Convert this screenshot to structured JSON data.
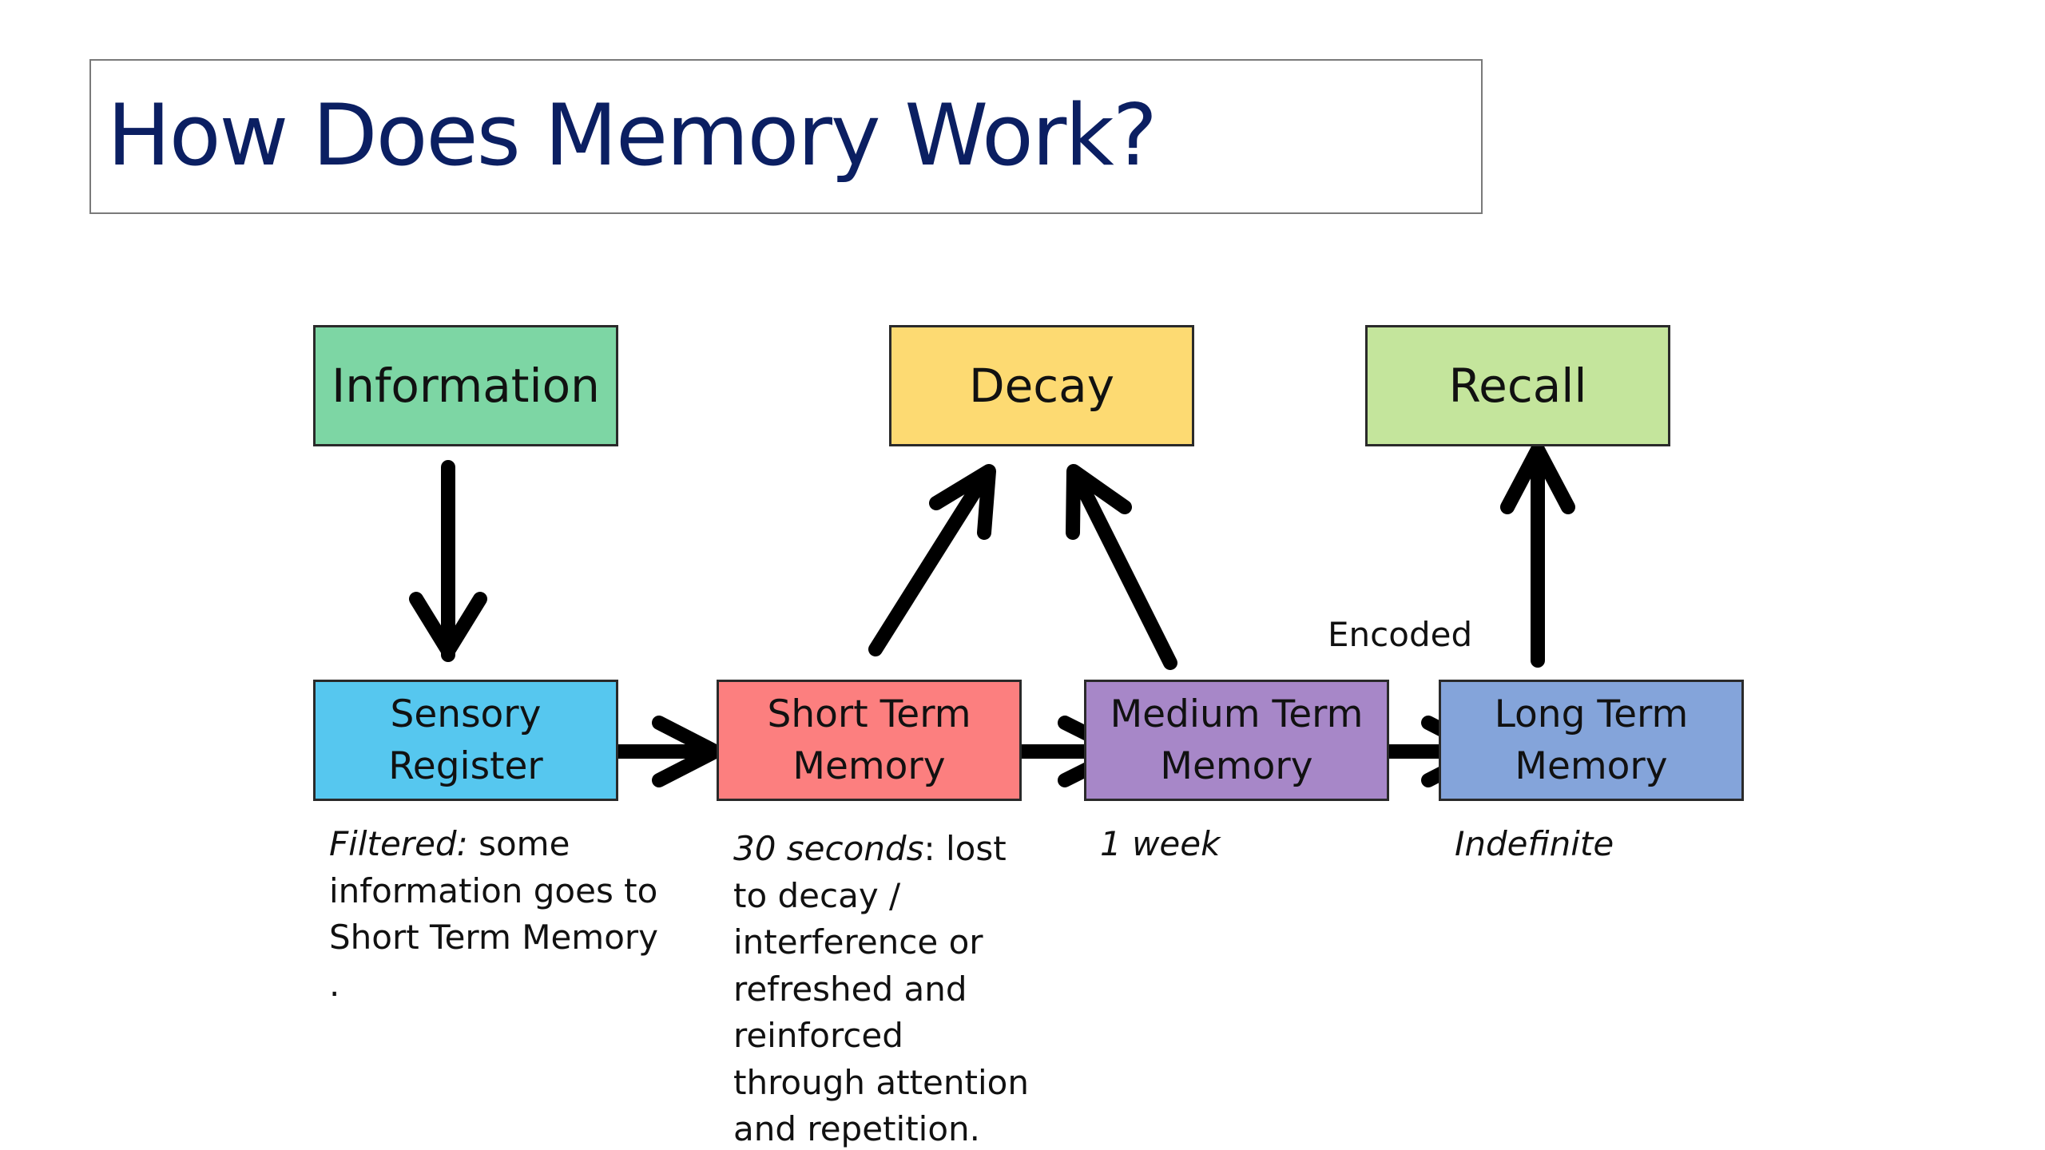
{
  "title": "How Does Memory Work?",
  "nodes": {
    "information": {
      "label": "Information",
      "color": "#7dd6a4"
    },
    "decay": {
      "label": "Decay",
      "color": "#fdda72"
    },
    "recall": {
      "label": "Recall",
      "color": "#c4e59c"
    },
    "sensory_register": {
      "label": "Sensory Register",
      "color": "#56c7ef"
    },
    "short_term_memory": {
      "label": "Short Term Memory",
      "color": "#fc7f7f"
    },
    "medium_term_memory": {
      "label": "Medium Term Memory",
      "color": "#a787c8"
    },
    "long_term_memory": {
      "label": "Long Term Memory",
      "color": "#84a4da"
    }
  },
  "edge_label": "Encoded",
  "notes": {
    "sensory_register": {
      "emphasis": "Filtered:",
      "text": " some information goes to Short Term Memory ."
    },
    "short_term_memory": {
      "emphasis": "30 seconds",
      "text": ": lost to decay / interference or refreshed and reinforced through attention and repetition."
    },
    "medium_term_memory": {
      "emphasis": "1 week",
      "text": ""
    },
    "long_term_memory": {
      "emphasis": "Indefinite",
      "text": ""
    }
  },
  "edges": [
    {
      "from": "Information",
      "to": "Sensory Register"
    },
    {
      "from": "Sensory Register",
      "to": "Short Term Memory"
    },
    {
      "from": "Short Term Memory",
      "to": "Decay"
    },
    {
      "from": "Short Term Memory",
      "to": "Medium Term Memory"
    },
    {
      "from": "Medium Term Memory",
      "to": "Decay"
    },
    {
      "from": "Medium Term Memory",
      "to": "Long Term Memory"
    },
    {
      "from": "Long Term Memory",
      "to": "Recall"
    }
  ]
}
